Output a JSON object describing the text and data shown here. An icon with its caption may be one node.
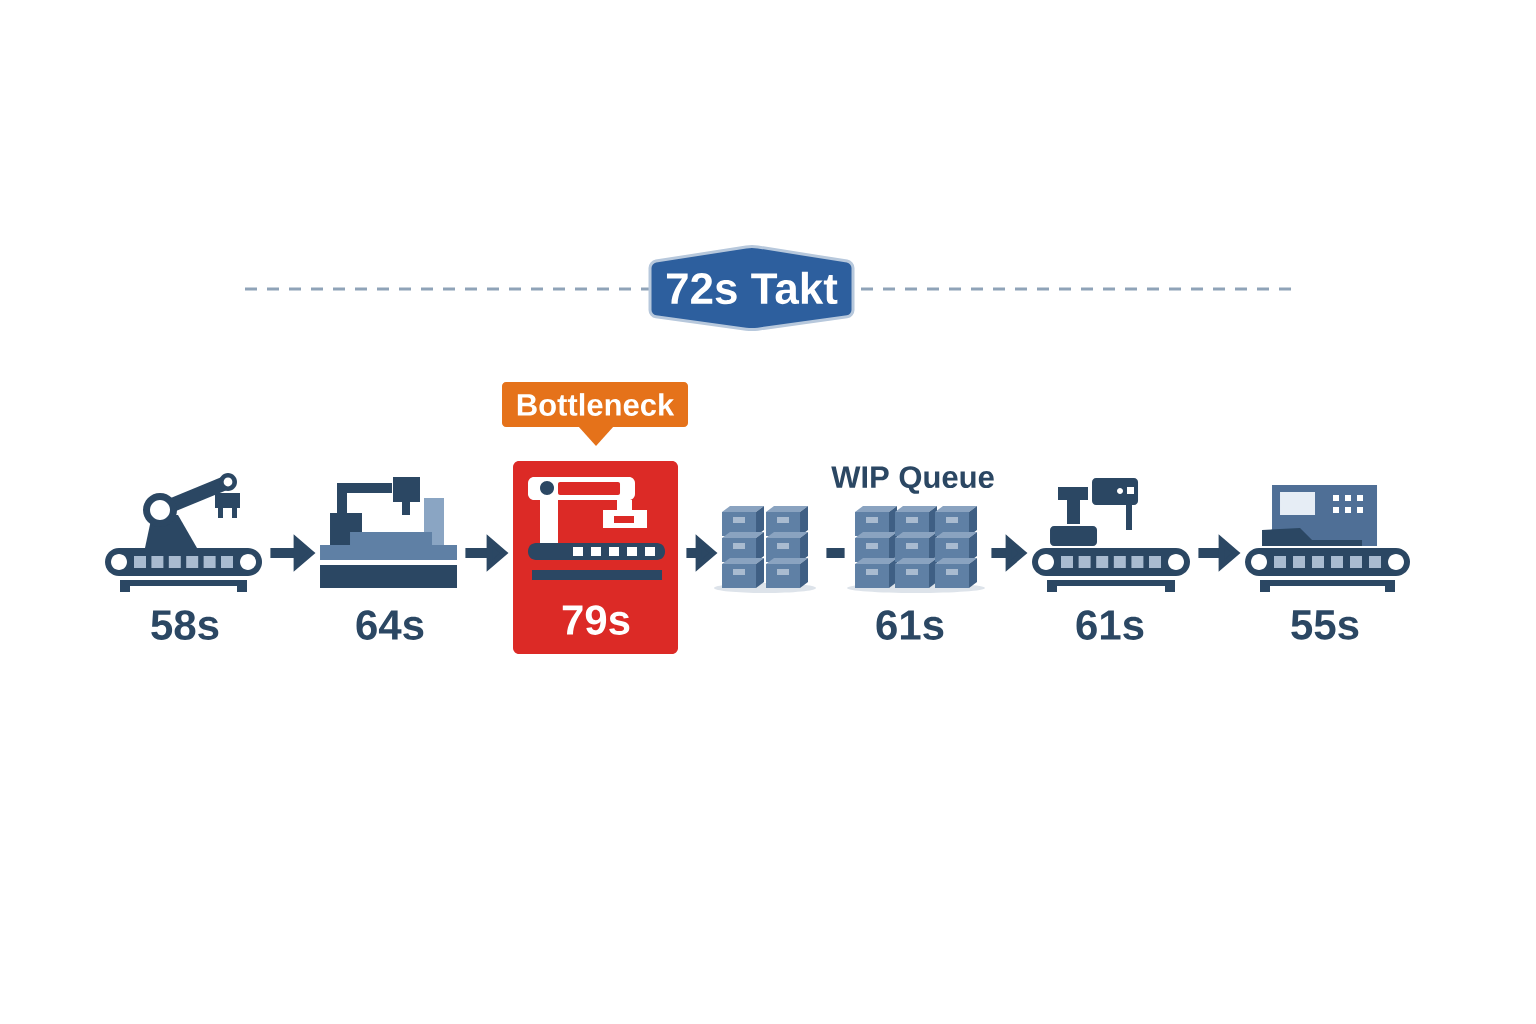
{
  "diagram": {
    "nodes": [
      {
        "text": [
          "72s Takt"
        ]
      },
      {
        "text": [],
        "shape": "picture",
        "beside": [
          "58s"
        ]
      },
      {
        "text": [],
        "shape": "picture",
        "beside": [
          "64s"
        ]
      },
      {
        "text": [
          "Bottleneck"
        ]
      },
      {
        "text": [
          "79s"
        ]
      },
      {
        "text": [],
        "shape": "picture"
      },
      {
        "text": [],
        "shape": "picture",
        "beside": [
          "WIP Queue",
          "61s"
        ]
      },
      {
        "text": [],
        "shape": "picture",
        "beside": [
          "61s"
        ]
      },
      {
        "text": [],
        "shape": "picture",
        "beside": [
          "55s"
        ]
      }
    ],
    "edges": [
      {
        "from": 1,
        "to": 2,
        "arrow": "to"
      },
      {
        "from": 2,
        "to": 4,
        "arrow": "to"
      },
      {
        "from": 4,
        "to": 5,
        "arrow": "to"
      },
      {
        "from": 5,
        "to": 6,
        "arrow": "none"
      },
      {
        "from": 6,
        "to": 7,
        "arrow": "to"
      },
      {
        "from": 7,
        "to": 8,
        "arrow": "to"
      }
    ]
  }
}
